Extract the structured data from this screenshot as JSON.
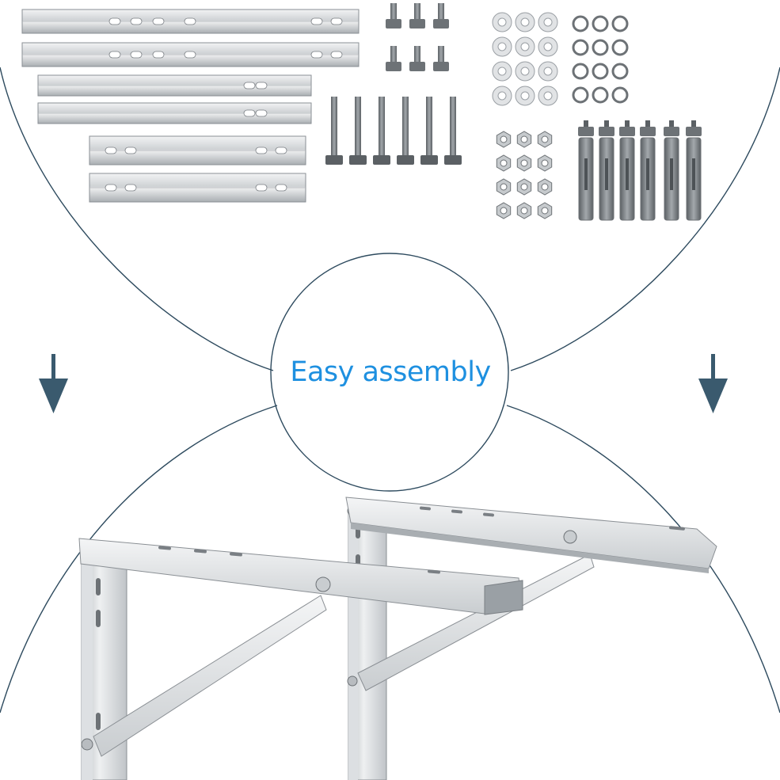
{
  "caption": {
    "text": "Easy assembly",
    "color": "#1e90e0"
  },
  "colors": {
    "outline": "#2d4a5e",
    "arrow": "#3a5a6e",
    "steel_light": "#e4e6e8",
    "steel_mid": "#c2c6ca",
    "steel_dark": "#8a8f94",
    "bolt_dark": "#6d7276"
  },
  "parts": {
    "long_rails": 2,
    "medium_rails": 2,
    "short_rails": 2,
    "short_hex_bolts": 6,
    "long_hex_bolts": 6,
    "flat_washers": 12,
    "spring_washers": 12,
    "hex_nuts": 12,
    "expansion_anchors": 6
  },
  "icons": {
    "left_arrow": "arrow-down-icon",
    "right_arrow": "arrow-down-icon"
  }
}
